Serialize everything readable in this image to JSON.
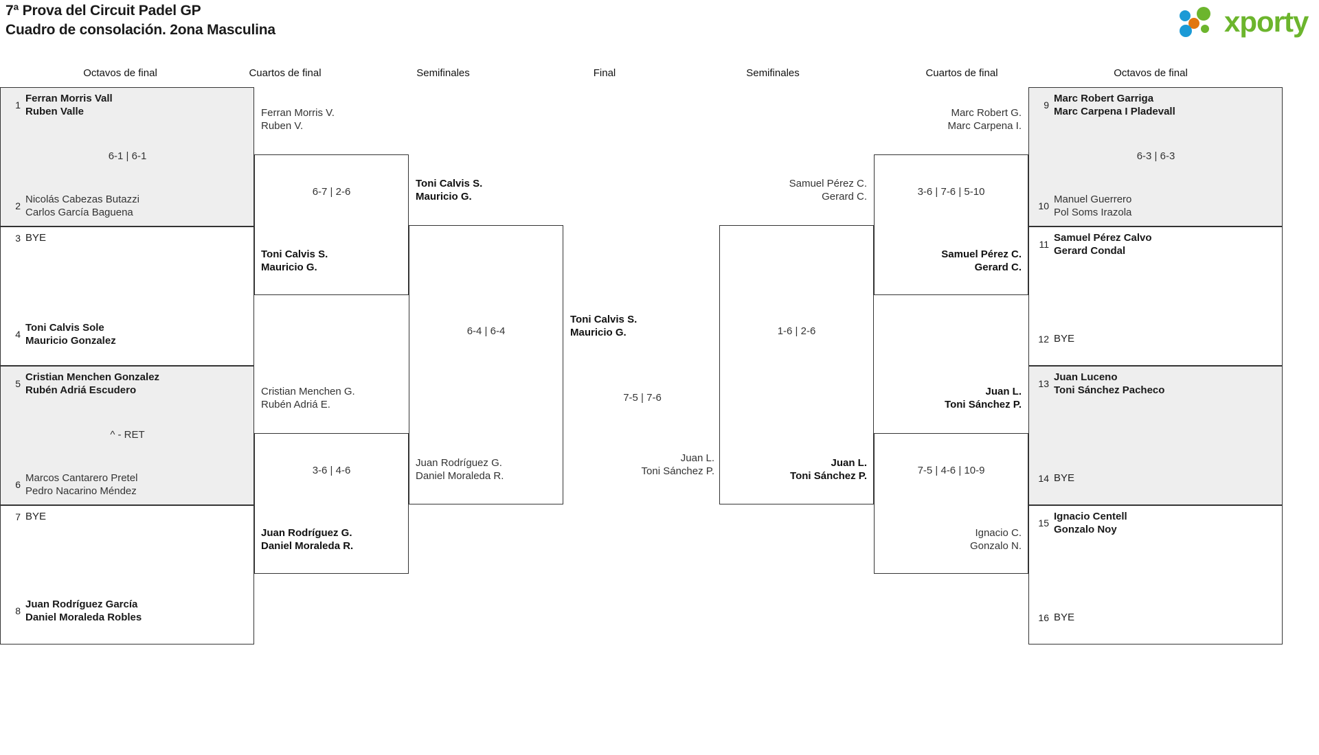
{
  "header": {
    "title_line1": "7ª Prova del Circuit Padel GP",
    "title_line2": "Cuadro de consolación. 2ona Masculina",
    "logo_text": "xporty",
    "logo_colors": {
      "green": "#6cb52d",
      "blue": "#1b9ad6",
      "orange": "#e2760e"
    }
  },
  "round_headers": [
    {
      "label": "Octavos de final"
    },
    {
      "label": "Cuartos de final"
    },
    {
      "label": "Semifinales"
    },
    {
      "label": "Final"
    },
    {
      "label": "Semifinales"
    },
    {
      "label": "Cuartos de final"
    },
    {
      "label": "Octavos de final"
    }
  ],
  "left_seeds": [
    {
      "seed": "1",
      "line1": "Ferran Morris Vall",
      "line2": "Ruben Valle",
      "winner": true,
      "bye": false
    },
    {
      "seed": "2",
      "line1": "Nicolás Cabezas Butazzi",
      "line2": "Carlos García Baguena",
      "winner": false,
      "bye": false
    },
    {
      "seed": "3",
      "line1": "BYE",
      "line2": "",
      "winner": false,
      "bye": true
    },
    {
      "seed": "4",
      "line1": "Toni Calvis Sole",
      "line2": "Mauricio Gonzalez",
      "winner": true,
      "bye": false
    },
    {
      "seed": "5",
      "line1": "Cristian Menchen Gonzalez",
      "line2": "Rubén Adriá Escudero",
      "winner": true,
      "bye": false
    },
    {
      "seed": "6",
      "line1": "Marcos Cantarero Pretel",
      "line2": "Pedro Nacarino Méndez",
      "winner": false,
      "bye": false
    },
    {
      "seed": "7",
      "line1": "BYE",
      "line2": "",
      "winner": false,
      "bye": true
    },
    {
      "seed": "8",
      "line1": "Juan Rodríguez García",
      "line2": "Daniel Moraleda Robles",
      "winner": true,
      "bye": false
    }
  ],
  "right_seeds": [
    {
      "seed": "9",
      "line1": "Marc Robert Garriga",
      "line2": "Marc Carpena I Pladevall",
      "winner": true,
      "bye": false
    },
    {
      "seed": "10",
      "line1": "Manuel Guerrero",
      "line2": "Pol Soms Irazola",
      "winner": false,
      "bye": false
    },
    {
      "seed": "11",
      "line1": "Samuel Pérez Calvo",
      "line2": "Gerard Condal",
      "winner": true,
      "bye": false
    },
    {
      "seed": "12",
      "line1": "BYE",
      "line2": "",
      "winner": false,
      "bye": true
    },
    {
      "seed": "13",
      "line1": "Juan Luceno",
      "line2": "Toni Sánchez Pacheco",
      "winner": true,
      "bye": false
    },
    {
      "seed": "14",
      "line1": "BYE",
      "line2": "",
      "winner": false,
      "bye": true
    },
    {
      "seed": "15",
      "line1": "Ignacio Centell",
      "line2": "Gonzalo Noy",
      "winner": true,
      "bye": false
    },
    {
      "seed": "16",
      "line1": "BYE",
      "line2": "",
      "winner": false,
      "bye": true
    }
  ],
  "left_r16_scores": [
    {
      "value": "6-1 | 6-1"
    },
    {
      "value": "^ - RET"
    }
  ],
  "right_r16_scores": [
    {
      "value": "6-3 | 6-3"
    }
  ],
  "left_qf": {
    "m1_top": {
      "line1": "Ferran Morris V.",
      "line2": "Ruben V.",
      "winner": false
    },
    "m1_bottom": {
      "line1": "Toni Calvis S.",
      "line2": "Mauricio G.",
      "winner": true
    },
    "m1_score": "6-7 | 2-6",
    "m2_top": {
      "line1": "Cristian Menchen G.",
      "line2": "Rubén Adriá E.",
      "winner": false
    },
    "m2_bottom": {
      "line1": "Juan Rodríguez G.",
      "line2": "Daniel Moraleda R.",
      "winner": true
    },
    "m2_score": "3-6 | 4-6"
  },
  "right_qf": {
    "m1_top": {
      "line1": "Marc Robert G.",
      "line2": "Marc Carpena I.",
      "winner": false
    },
    "m1_bottom": {
      "line1": "Samuel Pérez C.",
      "line2": "Gerard C.",
      "winner": true
    },
    "m1_score": "3-6 | 7-6 | 5-10",
    "m2_top": {
      "line1": "Juan L.",
      "line2": "Toni Sánchez P.",
      "winner": true
    },
    "m2_bottom": {
      "line1": "Ignacio C.",
      "line2": "Gonzalo N.",
      "winner": false
    },
    "m2_score": "7-5 | 4-6 | 10-9"
  },
  "left_sf": {
    "top": {
      "line1": "Toni Calvis S.",
      "line2": "Mauricio G.",
      "winner": true
    },
    "bottom": {
      "line1": "Juan Rodríguez G.",
      "line2": "Daniel Moraleda R.",
      "winner": false
    },
    "score": "6-4 | 6-4"
  },
  "right_sf": {
    "top": {
      "line1": "Samuel Pérez C.",
      "line2": "Gerard C.",
      "winner": false
    },
    "bottom": {
      "line1": "Juan L.",
      "line2": "Toni Sánchez P.",
      "winner": true
    },
    "score": "1-6 | 2-6"
  },
  "final": {
    "top": {
      "line1": "Toni Calvis S.",
      "line2": "Mauricio G.",
      "winner": true
    },
    "bottom": {
      "line1": "Juan L.",
      "line2": "Toni Sánchez P.",
      "winner": false
    },
    "score": "7-5 | 7-6"
  }
}
